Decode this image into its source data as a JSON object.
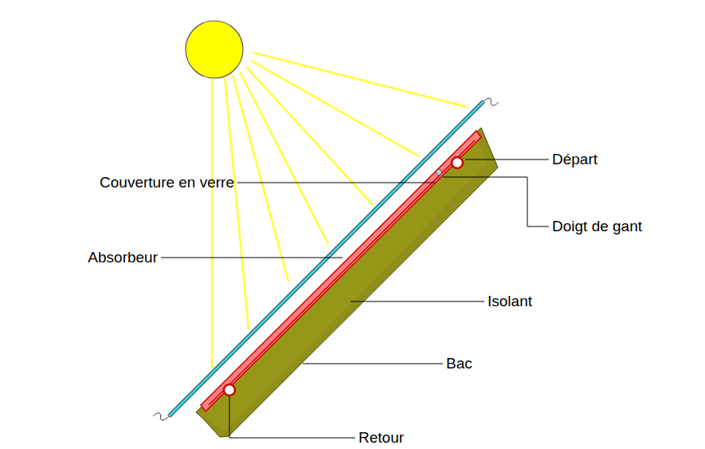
{
  "diagram": {
    "labels": [
      "Départ",
      "Couverture en verre",
      "Doigt de gant",
      "Absorbeur",
      "Isolant",
      "Bac",
      "Retour"
    ]
  }
}
